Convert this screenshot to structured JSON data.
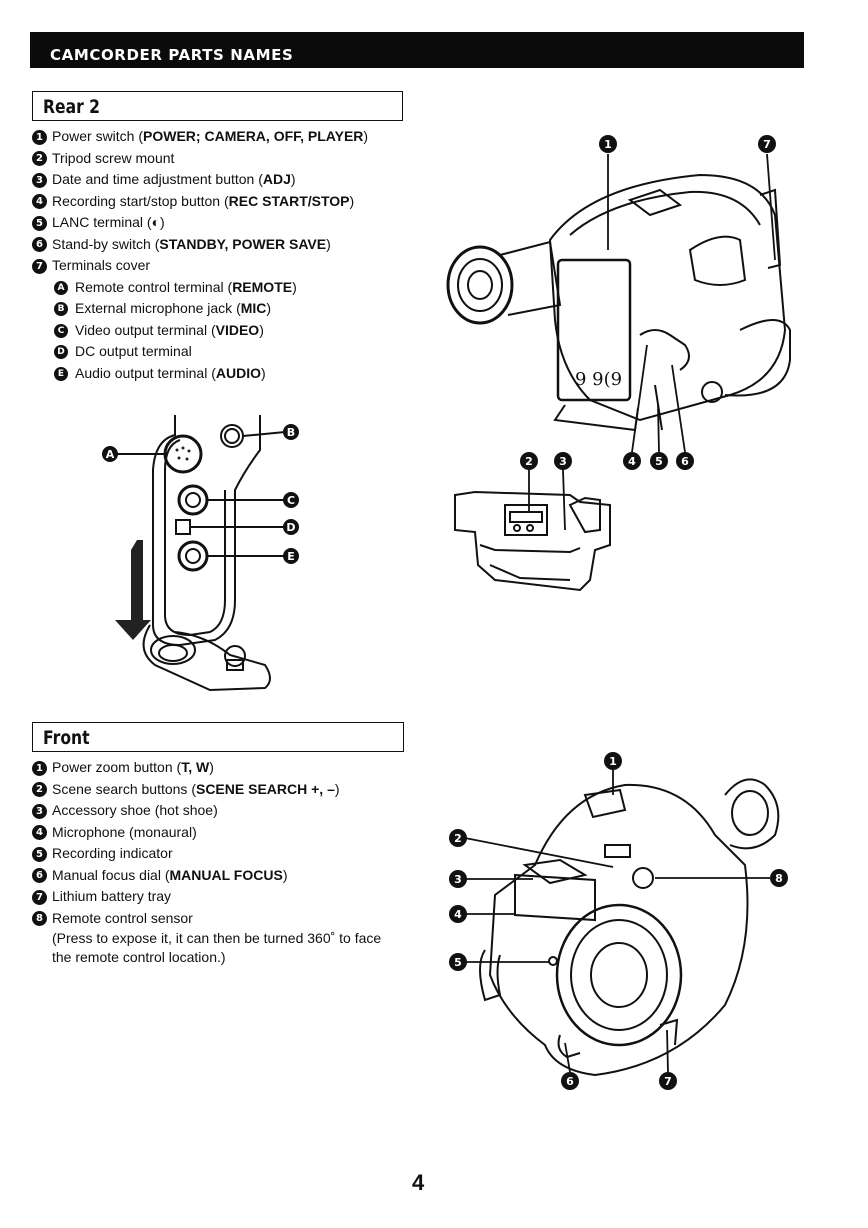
{
  "header": {
    "title": "CAMCORDER PARTS NAMES"
  },
  "rear": {
    "title": "Rear 2",
    "items": [
      {
        "n": "1",
        "text": "Power switch ",
        "bold": "POWER; CAMERA, OFF, PLAYER",
        "pre": "(",
        "post": ")"
      },
      {
        "n": "2",
        "text": "Tripod screw mount",
        "bold": "",
        "pre": "",
        "post": ""
      },
      {
        "n": "3",
        "text": "Date and time adjustment button ",
        "bold": "ADJ",
        "pre": "(",
        "post": ")"
      },
      {
        "n": "4",
        "text": "Recording start/stop button ",
        "bold": "REC START/STOP",
        "pre": "(",
        "post": ")"
      },
      {
        "n": "5",
        "text": "LANC terminal ",
        "bold": "",
        "pre": "(◐",
        "post": ")"
      },
      {
        "n": "6",
        "text": "Stand-by switch ",
        "bold": "STANDBY, POWER SAVE",
        "pre": "(",
        "post": ")"
      },
      {
        "n": "7",
        "text": "Terminals cover",
        "bold": "",
        "pre": "",
        "post": ""
      }
    ],
    "subitems": [
      {
        "n": "A",
        "text": "Remote control terminal ",
        "bold": "REMOTE",
        "pre": "(",
        "post": ")"
      },
      {
        "n": "B",
        "text": "External microphone jack ",
        "bold": "MIC",
        "pre": "(",
        "post": ")"
      },
      {
        "n": "C",
        "text": "Video output terminal ",
        "bold": "VIDEO",
        "pre": "(",
        "post": ")"
      },
      {
        "n": "D",
        "text": "DC output terminal",
        "bold": "",
        "pre": "",
        "post": ""
      },
      {
        "n": "E",
        "text": "Audio output terminal ",
        "bold": "AUDIO",
        "pre": "(",
        "post": ")"
      }
    ],
    "handwriting": "9 9(9"
  },
  "front": {
    "title": "Front",
    "items": [
      {
        "n": "1",
        "text": "Power zoom button ",
        "bold": "T, W",
        "pre": "(",
        "post": ")"
      },
      {
        "n": "2",
        "text": "Scene search buttons ",
        "bold": "SCENE SEARCH +, –",
        "pre": "(",
        "post": ")"
      },
      {
        "n": "3",
        "text": "Accessory shoe (hot shoe)",
        "bold": "",
        "pre": "",
        "post": ""
      },
      {
        "n": "4",
        "text": "Microphone (monaural)",
        "bold": "",
        "pre": "",
        "post": ""
      },
      {
        "n": "5",
        "text": "Recording indicator",
        "bold": "",
        "pre": "",
        "post": ""
      },
      {
        "n": "6",
        "text": "Manual focus dial ",
        "bold": "MANUAL FOCUS",
        "pre": "(",
        "post": ")"
      },
      {
        "n": "7",
        "text": "Lithium battery tray",
        "bold": "",
        "pre": "",
        "post": ""
      },
      {
        "n": "8",
        "text": "Remote control sensor",
        "bold": "",
        "pre": "",
        "post": ""
      }
    ],
    "note": "(Press to expose it, it can then be turned 360˚ to face the remote control location.)"
  },
  "page_number": "4",
  "colors": {
    "ink": "#111111",
    "paper": "#ffffff",
    "header_bg": "#0b0b0b"
  },
  "icons": [
    "camcorder-rear-illustration",
    "terminals-closeup-illustration",
    "camcorder-bottom-illustration",
    "camcorder-front-illustration"
  ]
}
